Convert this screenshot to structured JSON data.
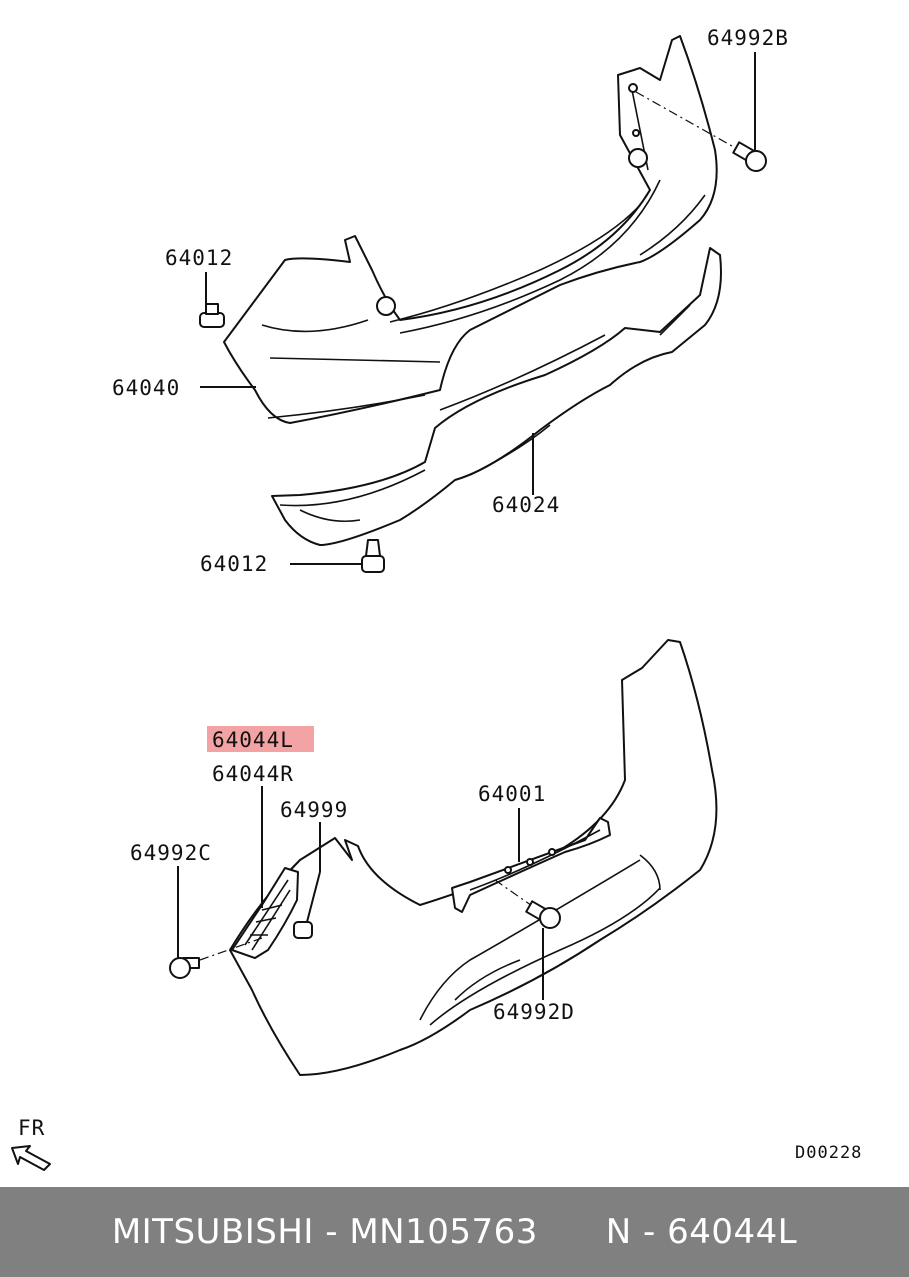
{
  "callouts": {
    "p64992B": "64992B",
    "p64012_top": "64012",
    "p64040": "64040",
    "p64024": "64024",
    "p64012_bottom": "64012",
    "p64044L": "64044L",
    "p64044R": "64044R",
    "p64999": "64999",
    "p64992C": "64992C",
    "p64001": "64001",
    "p64992D": "64992D"
  },
  "direction": "FR",
  "diagram_code": "D00228",
  "footer": {
    "brand": "MITSUBISHI",
    "part_number": "MN105763",
    "ref": "N - 64044L",
    "separator": " - "
  },
  "highlight_color": "#f4a3a5"
}
